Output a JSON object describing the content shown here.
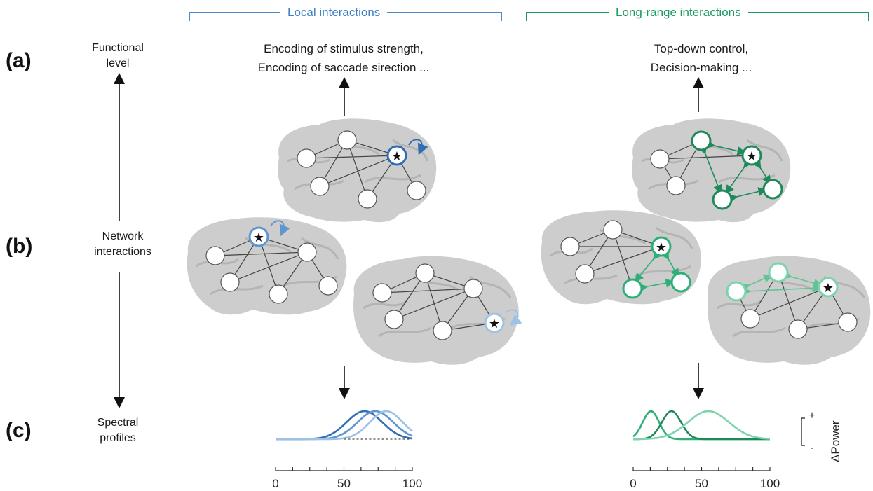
{
  "headers": {
    "local": "Local interactions",
    "long_range": "Long-range interactions"
  },
  "panels": [
    {
      "id": "a",
      "label": "(a)",
      "level": [
        "Functional",
        "level"
      ]
    },
    {
      "id": "b",
      "label": "(b)",
      "level": [
        "Network",
        "interactions"
      ]
    },
    {
      "id": "c",
      "label": "(c)",
      "level": [
        "Spectral",
        "profiles"
      ]
    }
  ],
  "functions": {
    "local": [
      "Encoding of stimulus strength,",
      "Encoding of saccade sirection ..."
    ],
    "long_range": [
      "Top-down control,",
      "Decision-making ..."
    ]
  },
  "power_axis": {
    "label": "ΔPower",
    "plus": "+",
    "minus": "-"
  },
  "colors": {
    "local_dark": "#2f6db5",
    "local_mid": "#5f95d0",
    "local_light": "#9cc2e6",
    "long_dark": "#1e8a5a",
    "long_mid": "#2fae78",
    "long_light": "#7dd3ac",
    "brain": "#c9c9c9",
    "star": "★"
  },
  "spectra": [
    {
      "id": "local",
      "axis_ticks": [
        0,
        50,
        100
      ],
      "xlim": [
        0,
        100
      ],
      "series": [
        {
          "color": "#2f6db5",
          "center": 65,
          "width": 13
        },
        {
          "color": "#5f95d0",
          "center": 73,
          "width": 13
        },
        {
          "color": "#9cc2e6",
          "center": 81,
          "width": 12
        }
      ]
    },
    {
      "id": "long_range",
      "axis_ticks": [
        0,
        50,
        100
      ],
      "xlim": [
        0,
        100
      ],
      "series": [
        {
          "color": "#2fae78",
          "center": 13,
          "width": 6
        },
        {
          "color": "#1e8a5a",
          "center": 28,
          "width": 7
        },
        {
          "color": "#7dd3ac",
          "center": 55,
          "width": 15
        }
      ]
    }
  ]
}
